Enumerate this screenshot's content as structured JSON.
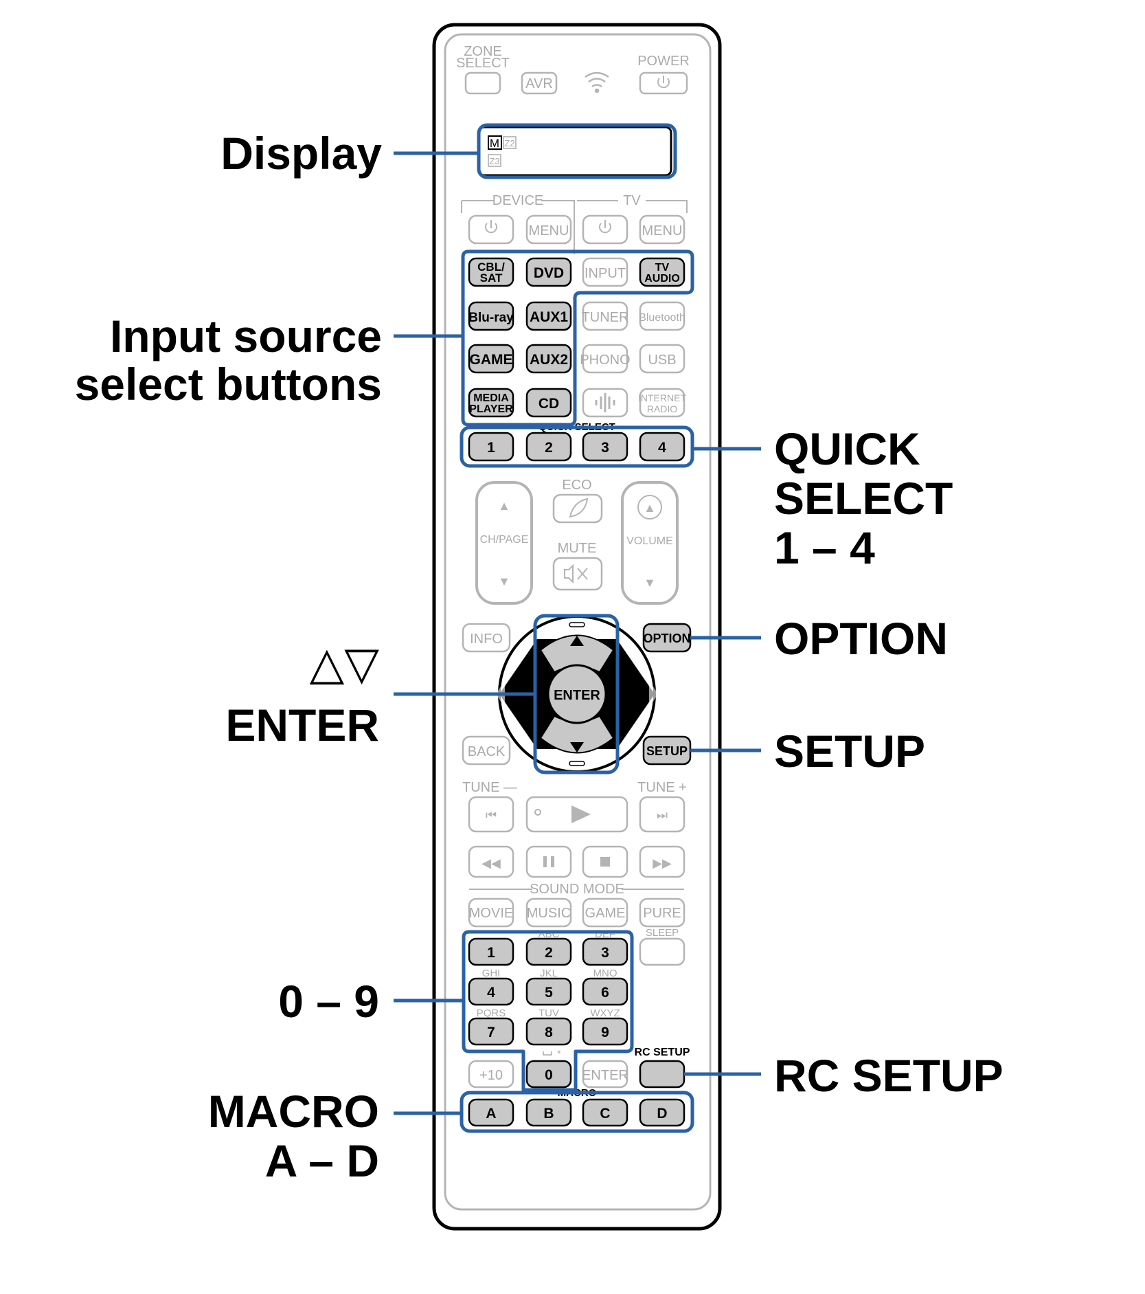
{
  "callouts": {
    "display": "Display",
    "input_source_line1": "Input source",
    "input_source_line2": "select buttons",
    "cursor_arrows": "△▽",
    "enter": "ENTER",
    "digits": "0 – 9",
    "macro_line1": "MACRO",
    "macro_line2": "A – D",
    "quick_line1": "QUICK",
    "quick_line2": "SELECT",
    "quick_line3": "1 – 4",
    "option": "OPTION",
    "setup": "SETUP",
    "rc_setup": "RC SETUP"
  },
  "remote": {
    "zone_select_line1": "ZONE",
    "zone_select_line2": "SELECT",
    "power_label": "POWER",
    "avr": "AVR",
    "display_zone_m": "M",
    "display_zone_z2": "Z2",
    "display_zone_z3": "Z3",
    "device_label": "DEVICE",
    "tv_label": "TV",
    "menu": "MENU",
    "inputs": {
      "cbl_line1": "CBL/",
      "cbl_line2": "SAT",
      "dvd": "DVD",
      "input": "INPUT",
      "tv_audio_line1": "TV",
      "tv_audio_line2": "AUDIO",
      "bluray": "Blu-ray",
      "aux1": "AUX1",
      "tuner": "TUNER",
      "bluetooth": "Bluetooth",
      "game": "GAME",
      "aux2": "AUX2",
      "phono": "PHONO",
      "usb": "USB",
      "media_line1": "MEDIA",
      "media_line2": "PLAYER",
      "cd": "CD",
      "internet_line1": "INTERNET",
      "internet_line2": "RADIO"
    },
    "quick_select_label": "QUICK SELECT",
    "quick_select": [
      "1",
      "2",
      "3",
      "4"
    ],
    "eco": "ECO",
    "mute": "MUTE",
    "ch_page": "CH/PAGE",
    "volume": "VOLUME",
    "info": "INFO",
    "option": "OPTION",
    "enter": "ENTER",
    "back": "BACK",
    "setup": "SETUP",
    "tune_minus": "TUNE —",
    "tune_plus": "TUNE +",
    "sound_mode": "SOUND MODE",
    "modes": [
      "MOVIE",
      "MUSIC",
      "GAME",
      "PURE"
    ],
    "sleep": "SLEEP",
    "abc": "ABC",
    "def": "DEF",
    "ghi": "GHI",
    "jkl": "JKL",
    "mno": "MNO",
    "pqrs": "PQRS",
    "tuv": "TUV",
    "wxyz": "WXYZ",
    "digits": [
      "1",
      "2",
      "3",
      "4",
      "5",
      "6",
      "7",
      "8",
      "9"
    ],
    "digit_zero": "0",
    "plus10": "+10",
    "keypad_enter": "ENTER",
    "rc_setup": "RC SETUP",
    "macro_label": "MACRO",
    "macro": [
      "A",
      "B",
      "C",
      "D"
    ]
  },
  "colors": {
    "highlight_blue": "#2a62a5",
    "button_gray": "#c8c8c8",
    "faded_gray": "#b4b4b4"
  }
}
